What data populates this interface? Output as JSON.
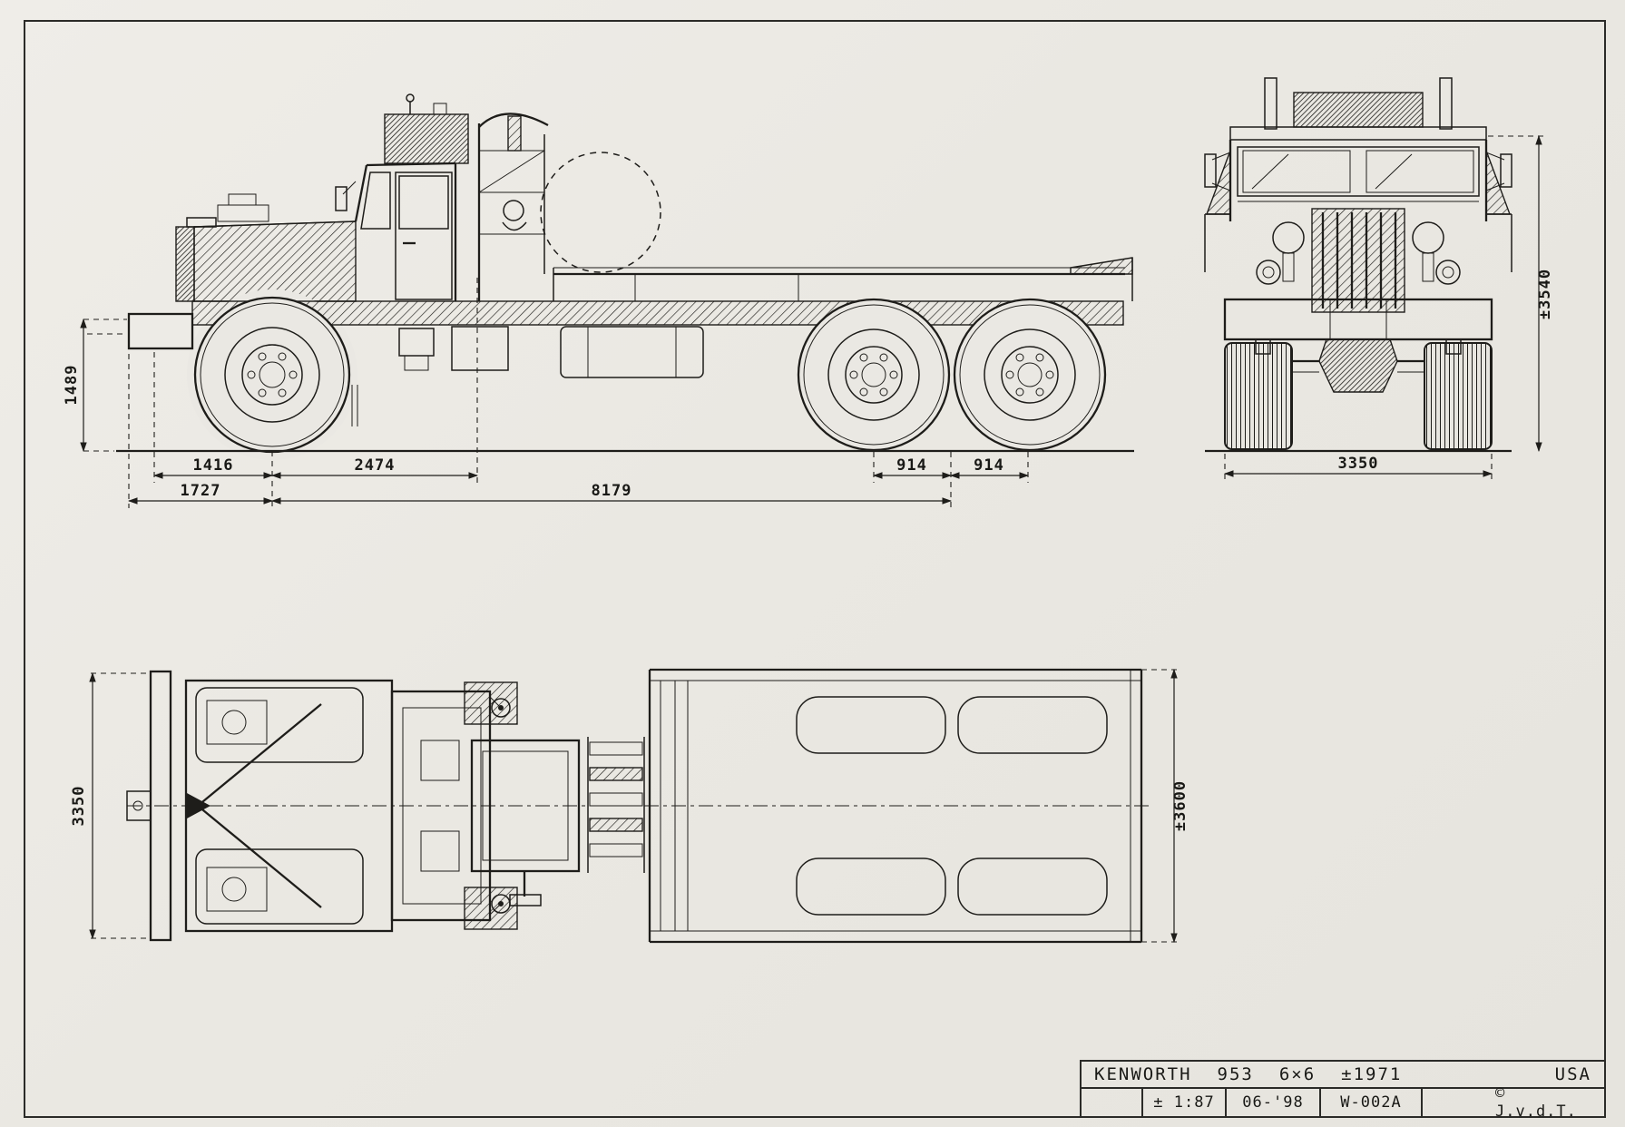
{
  "drawing": {
    "subject": "Kenworth 953 6x6 truck three-view technical drawing"
  },
  "title_block": {
    "make": "KENWORTH",
    "model": "953",
    "drive": "6×6",
    "year": "±1971",
    "country": "USA",
    "scale": "± 1:87",
    "date": "06-'98",
    "number": "W-002A",
    "credit": "© J.v.d.T."
  },
  "dimensions": {
    "side": {
      "frame_height": "1489",
      "bumper_to_front_axle": "1416",
      "front_axle_to_cab_rear": "2474",
      "front_overhang": "1727",
      "wheelbase": "8179",
      "tandem_spacing_front": "914",
      "tandem_spacing_rear": "914"
    },
    "front": {
      "overall_height": "±3540",
      "overall_width": "3350"
    },
    "top": {
      "front_width": "3350",
      "bed_width": "±3600"
    }
  }
}
